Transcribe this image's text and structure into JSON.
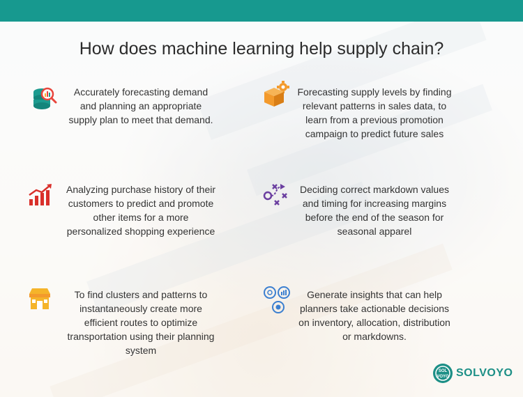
{
  "title": "How does machine learning help supply chain?",
  "items": [
    {
      "text": "Accurately forecasting demand and planning an appropriate supply plan to meet that demand.",
      "icon": "database-search-icon"
    },
    {
      "text": "Forecasting supply levels by finding relevant patterns in sales data, to learn from a previous promotion campaign to predict future sales",
      "icon": "box-gear-icon"
    },
    {
      "text": "Analyzing purchase history of their customers to predict and promote other items for a more personalized shopping experience",
      "icon": "growth-chart-icon"
    },
    {
      "text": "Deciding correct markdown values and timing for increasing margins before the end of the season for seasonal apparel",
      "icon": "strategy-path-icon"
    },
    {
      "text": "To find clusters and patterns to instantaneously create more efficient routes to optimize transportation using their planning system",
      "icon": "storefront-icon"
    },
    {
      "text": "Generate insights that can help planners take actionable decisions on inventory, allocation, distribution or markdowns.",
      "icon": "insights-icon"
    }
  ],
  "logo": {
    "text": "SOLVOYO"
  },
  "colors": {
    "header_bar": "#17998f",
    "teal": "#1c9b8f",
    "orange": "#f39a2c",
    "red": "#d9302b",
    "purple": "#6b3fa0",
    "blue": "#3b7fd0",
    "yellow": "#f5b42a"
  }
}
